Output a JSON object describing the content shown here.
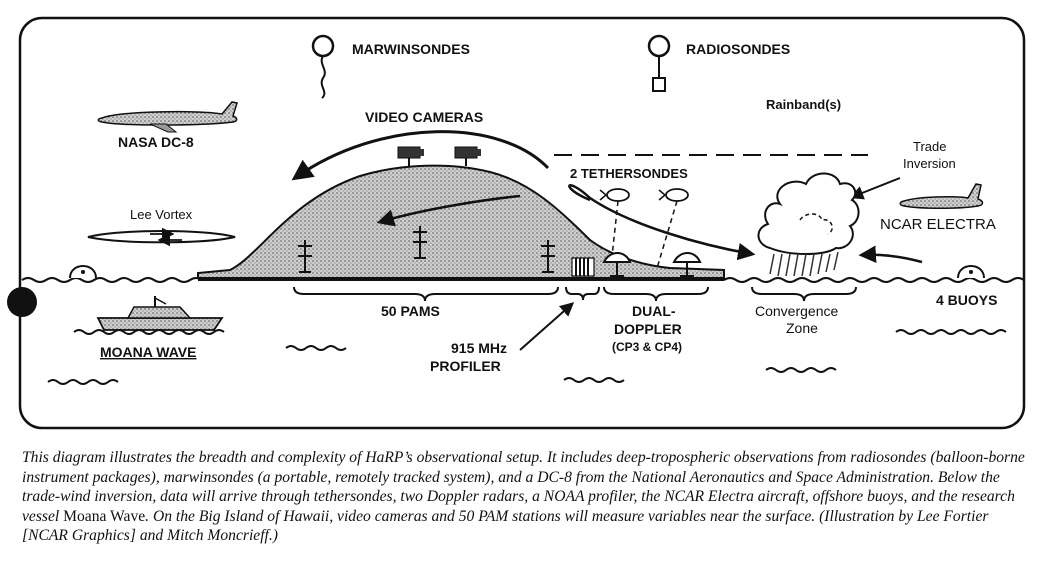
{
  "labels": {
    "marwinsondes": "MARWINSONDES",
    "radiosondes": "RADIOSONDES",
    "rainbands": "Rainband(s)",
    "nasa_dc8": "NASA DC-8",
    "video_cameras": "VIDEO CAMERAS",
    "trade_inversion_1": "Trade",
    "trade_inversion_2": "Inversion",
    "tethersondes": "2 TETHERSONDES",
    "lee_vortex": "Lee Vortex",
    "ncar_electra": "NCAR ELECTRA",
    "pams": "50 PAMS",
    "dual_doppler_1": "DUAL-",
    "dual_doppler_2": "DOPPLER",
    "dual_doppler_3": "(CP3 & CP4)",
    "convergence_1": "Convergence",
    "convergence_2": "Zone",
    "buoys": "4 BUOYS",
    "moana_wave": "MOANA WAVE",
    "profiler_1": "915 MHz",
    "profiler_2": "PROFILER"
  },
  "caption": {
    "part1": "This diagram illustrates the breadth and complexity of HaRP’s observational setup.  It includes deep-tropospheric observations from radiosondes (balloon-borne instrument packages), marwinsondes (a portable, remotely tracked system), and a DC-8 from the National Aeronautics and Space Administration.  Below the trade-wind inversion, data will arrive through tethersondes, two Doppler radars, a NOAA profiler, the NCAR Electra aircraft, offshore buoys, and the research vessel ",
    "ship": "Moana Wave",
    "part2": ".  On the Big Island of Hawaii, video cameras and 50 PAM stations will measure variables near the surface.  (Illustration by Lee Fortier [NCAR Graphics] and Mitch Moncrieff.)"
  },
  "icons": {
    "marwinsonde": "balloon-with-trailing-line-icon",
    "radiosonde": "balloon-with-box-icon",
    "video_camera": "video-camera-icon",
    "pam_station": "pam-station-icon",
    "doppler_radar": "radar-dish-icon",
    "profiler": "profiler-antenna-icon",
    "buoy": "buoy-icon",
    "aircraft": "aircraft-icon",
    "ship": "ship-icon",
    "cloud": "cumulus-cloud-icon"
  },
  "colors": {
    "ink": "#111111",
    "fill_gray": "#bdbdbd",
    "paper": "#ffffff"
  }
}
